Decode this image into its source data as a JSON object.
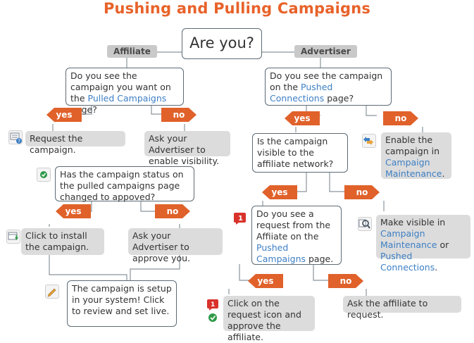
{
  "title": "Pushing and Pulling Campaigns",
  "root": "Are you?",
  "tags": {
    "affiliate": "Affiliate",
    "advertiser": "Advertiser"
  },
  "arrows": {
    "yes": "yes",
    "no": "no"
  },
  "left": {
    "q1": {
      "part1": "Do you see the campaign you want on the ",
      "link": "Pulled Campaigns",
      "part2": " page?"
    },
    "yes1": "Request the campaign.",
    "no1": "Ask your Advertiser to enable visibility.",
    "q2": "Has the campaign status on the pulled campaigns page changed to appoved?",
    "yes2": "Click to install the campaign.",
    "no2": "Ask your Advertiser to approve you.",
    "final": "The campaign is setup in your system! Click to review and set live."
  },
  "right": {
    "q1": {
      "part1": "Do you see the campaign on the ",
      "link": "Pushed Connections",
      "part2": " page?"
    },
    "no1": {
      "part1": "Enable the campaign in ",
      "link": "Campaign Maintenance",
      "part2": "."
    },
    "q2": "Is the campaign visible to the affiliate network?",
    "q3": {
      "part1": "Do you see a request from the Affiiate on the ",
      "link": "Pushed Campaigns",
      "part2": " page."
    },
    "no2": {
      "part1": "Make visible in ",
      "link1": "Campaign Maintenance",
      "mid": " or ",
      "link2": "Pushed Connections",
      "part2": "."
    },
    "yes3": "Click on the request icon and approve the affiliate.",
    "no3": "Ask the affiliate to request."
  },
  "icons": {
    "request": "request-campaign-icon",
    "status": "check-status-icon",
    "install": "install-campaign-icon",
    "pencil": "edit-pencil-icon",
    "arrows_key": "arrows-key-icon",
    "flag": "flag-notification-icon",
    "search": "search-magnifier-icon",
    "flag_check": "flag-check-icon"
  },
  "colors": {
    "title": "#e8622a",
    "arrow": "#e0612a",
    "link": "#3d7fc4",
    "border": "#5d6b75",
    "gray_box": "#dcdcdc"
  }
}
